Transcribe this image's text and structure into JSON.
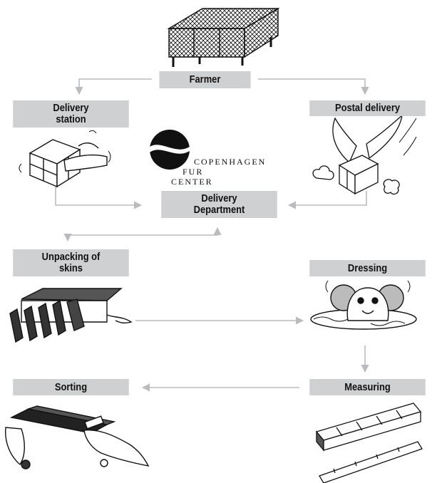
{
  "nodes": {
    "farmer": "Farmer",
    "delivery_station": "Delivery\nstation",
    "postal_delivery": "Postal delivery",
    "delivery_department": "Delivery\nDepartment",
    "unpacking": "Unpacking of\nskins",
    "dressing": "Dressing",
    "sorting": "Sorting",
    "measuring": "Measuring"
  },
  "logo": {
    "line1": "COPENHAGEN",
    "line2": "FUR",
    "line3": "CENTER"
  },
  "colors": {
    "box_fill": "#cfd0d2",
    "arrow": "#b9bbbe",
    "ink": "#111111"
  },
  "illustrations": [
    "fur-cage",
    "hands-packing-box",
    "winged-parcel",
    "skins-in-box",
    "mink-in-water",
    "hand-sorting-skin",
    "folding-rulers"
  ]
}
